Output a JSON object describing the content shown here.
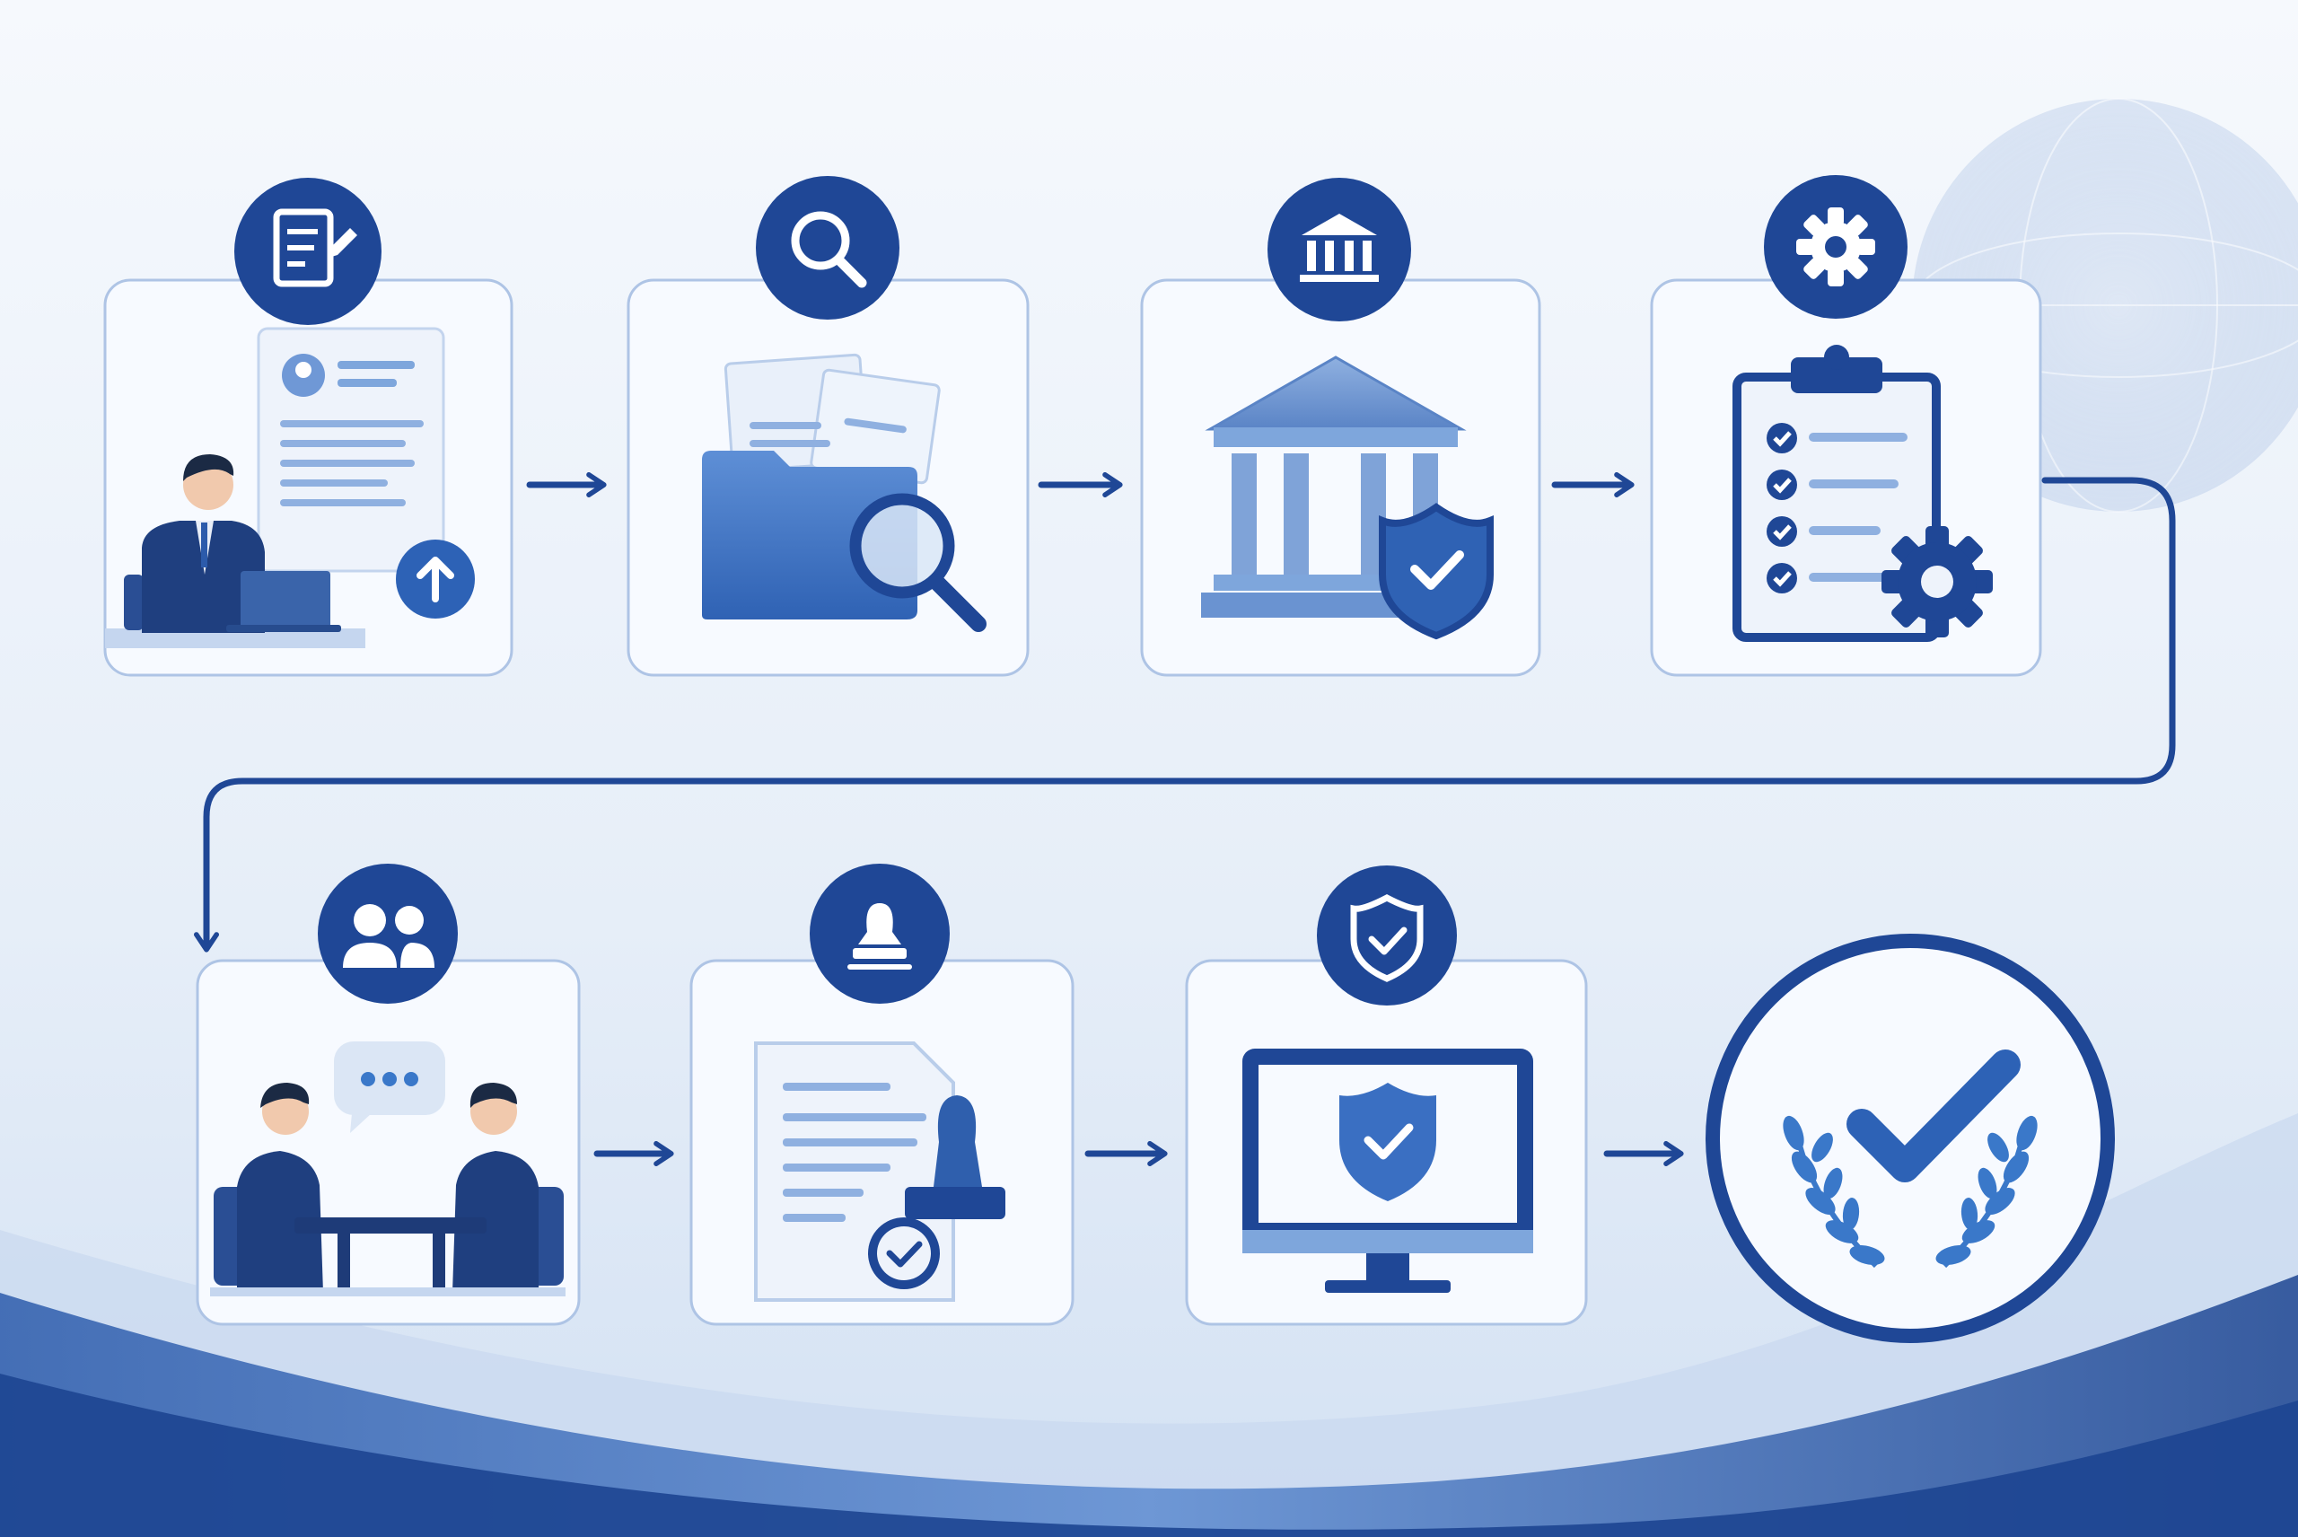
{
  "colors": {
    "primary": "#1f4796",
    "primary_dark": "#173a80",
    "accent": "#3a78c9",
    "accent_light": "#7ea6dc",
    "card_border": "#aec4e5",
    "card_fill": "#f7faff",
    "background_light": "#f2f6fc",
    "background_mid": "#dbe6f5",
    "wave": "#3566b8"
  },
  "steps": [
    {
      "id": "application-submission",
      "badge_icon": "document-edit-icon",
      "illustration": "person-laptop-upload-document"
    },
    {
      "id": "document-review",
      "badge_icon": "magnifier-icon",
      "illustration": "folder-with-documents-magnifier"
    },
    {
      "id": "institution-verification",
      "badge_icon": "bank-building-icon",
      "illustration": "bank-building-shield-check"
    },
    {
      "id": "compliance-processing",
      "badge_icon": "gear-icon",
      "illustration": "checklist-clipboard-gear"
    },
    {
      "id": "consultation-meeting",
      "badge_icon": "users-icon",
      "illustration": "two-people-meeting-chat"
    },
    {
      "id": "document-stamping",
      "badge_icon": "stamp-icon",
      "illustration": "document-stamp-approved"
    },
    {
      "id": "security-confirmation",
      "badge_icon": "shield-check-icon",
      "illustration": "monitor-shield-check"
    },
    {
      "id": "final-approval",
      "badge_icon": "check-laurel-icon",
      "illustration": "big-check-with-laurel"
    }
  ]
}
